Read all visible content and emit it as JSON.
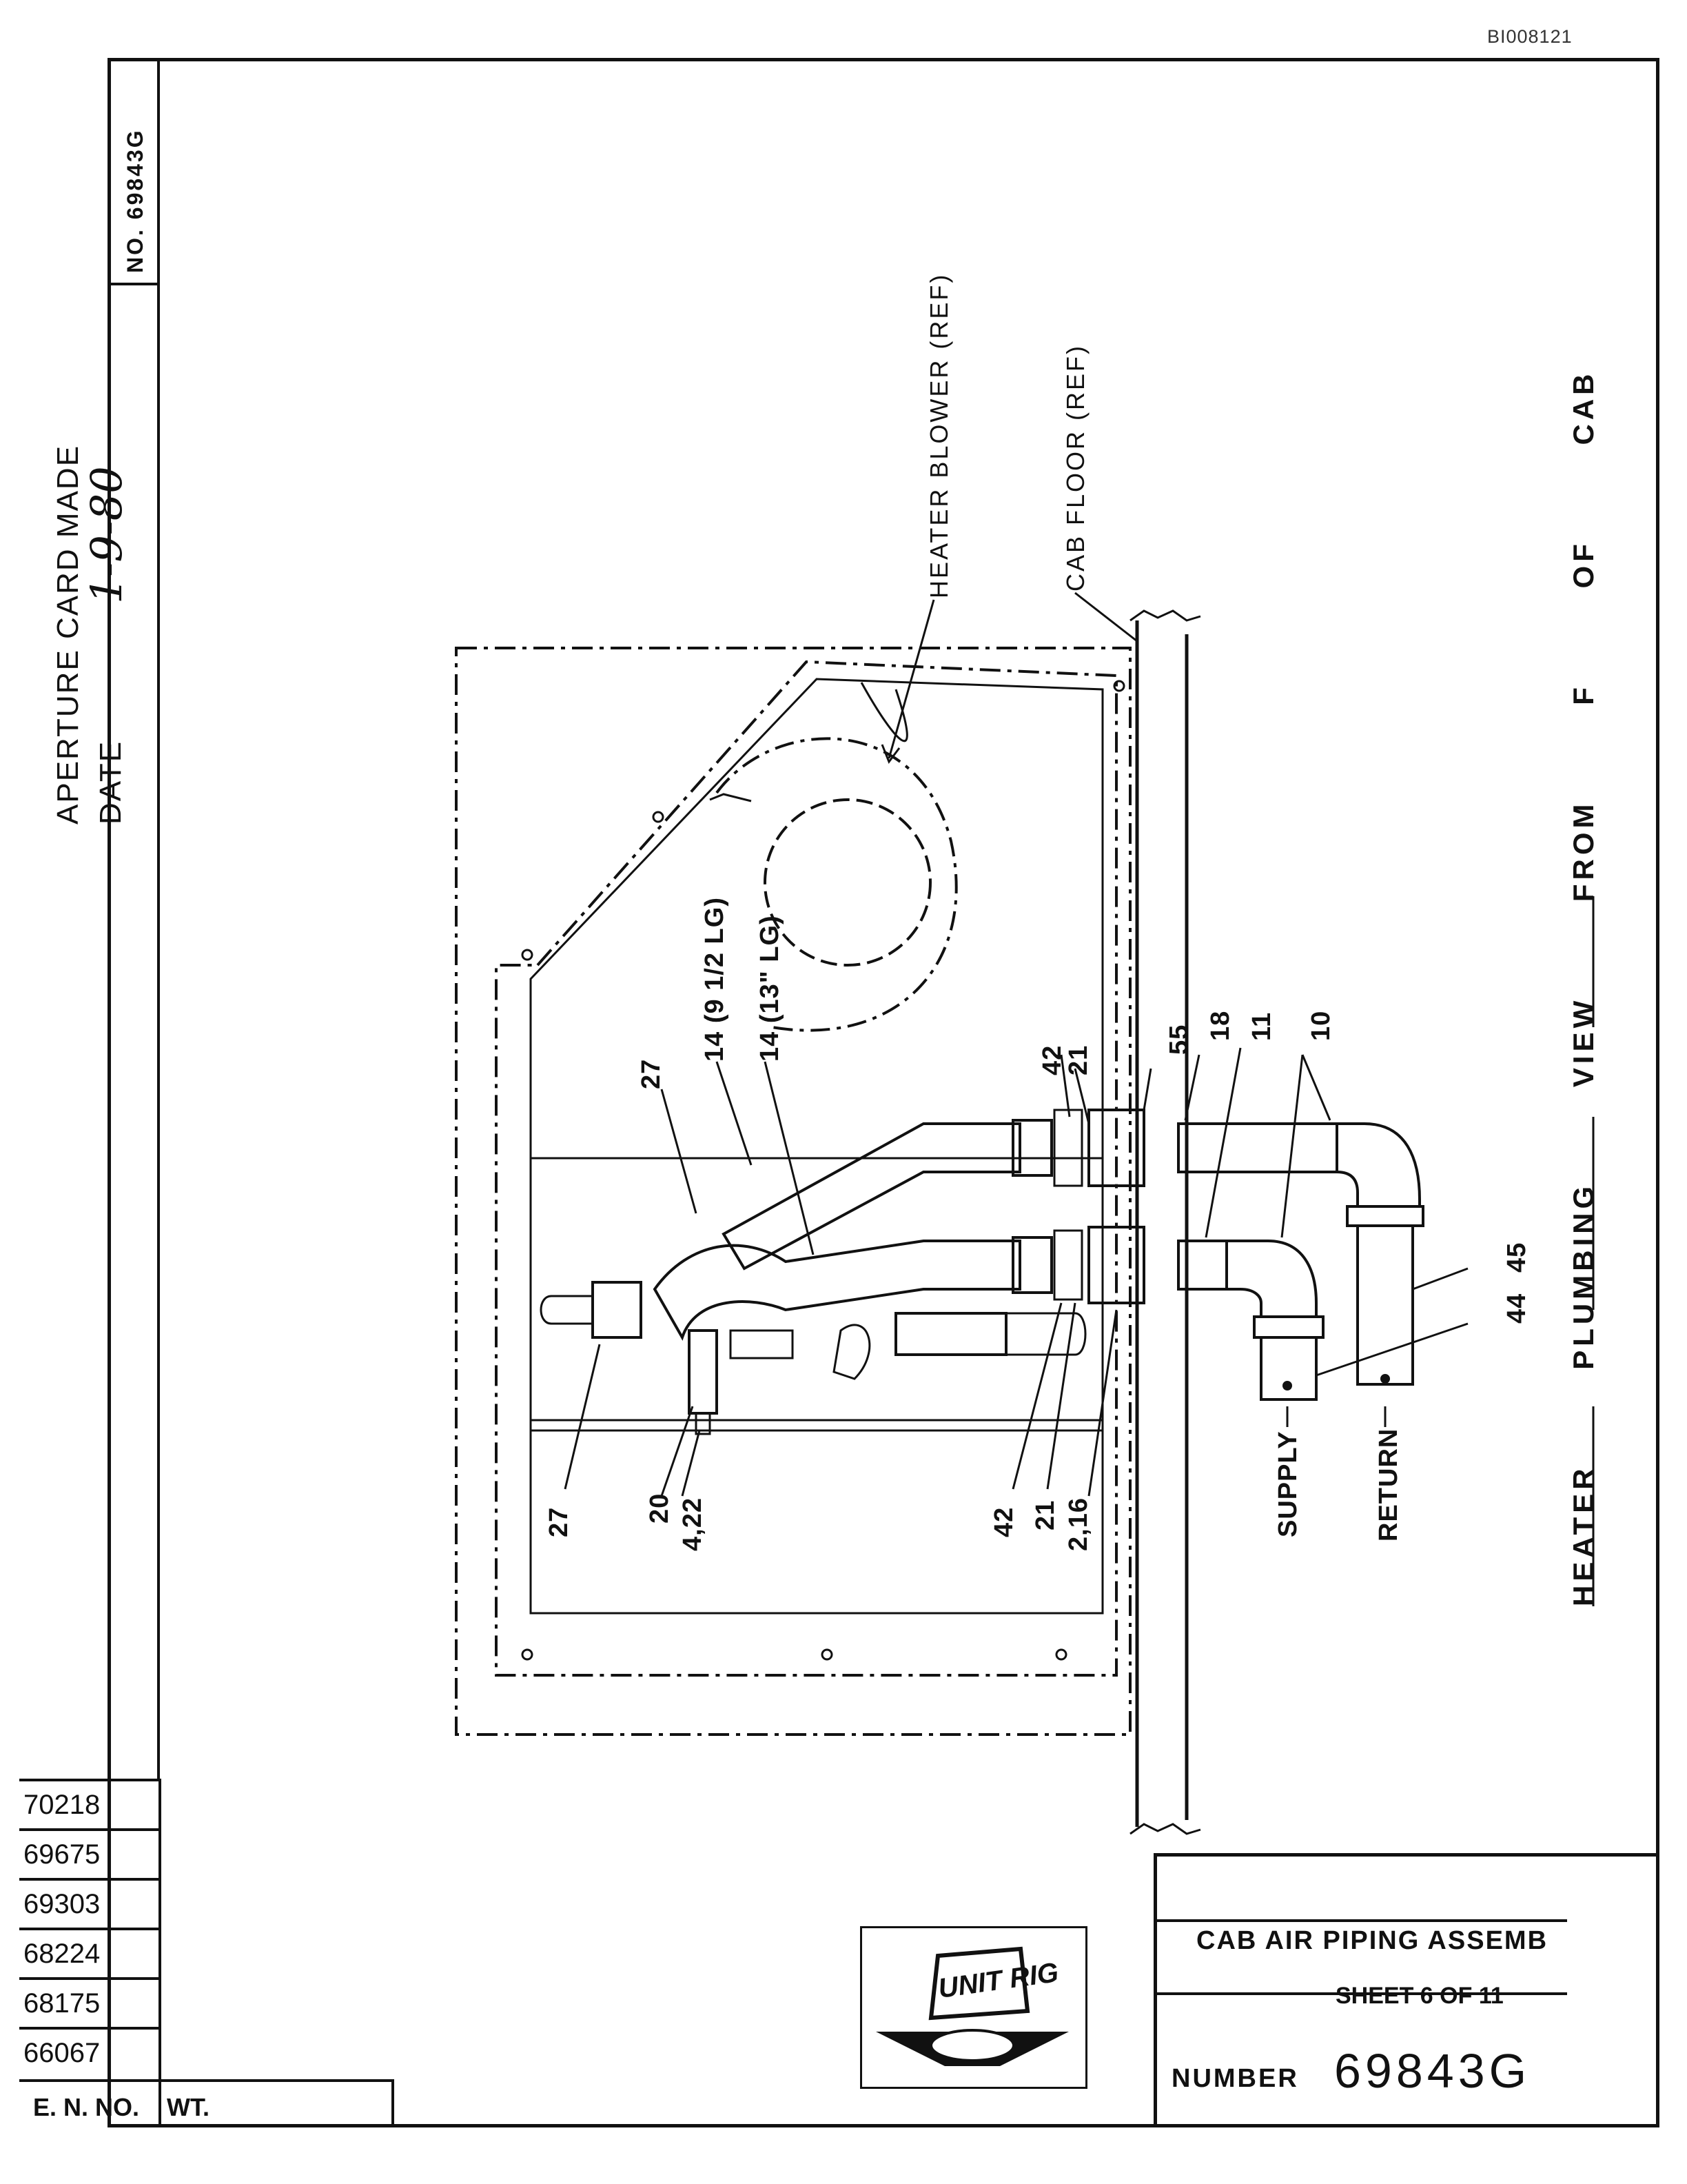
{
  "document_id": "BI008121",
  "drawing_no_tab": "NO. 69843G",
  "aperture_card": {
    "line1": "APERTURE CARD MADE",
    "line2": "DATE",
    "date": "1-9-80"
  },
  "diagram_labels": {
    "heater_blower": "HEATER BLOWER (REF)",
    "cab_floor": "CAB FLOOR (REF)",
    "hose_short": "14 (9 1/2 LG)",
    "hose_long": "14 (13\" LG)",
    "callouts_upper": [
      "27",
      "42",
      "21",
      "55",
      "18",
      "11",
      "10"
    ],
    "callouts_lower": [
      "27",
      "20",
      "4,22",
      "42",
      "21",
      "2,16"
    ],
    "callout_45": "45",
    "callout_44": "44",
    "supply": "SUPPLY",
    "return": "RETURN",
    "view_title": "HEATER PLUMBING VIEW FROM F OF CAB"
  },
  "revision_block": {
    "en_numbers": [
      "70218",
      "69675",
      "69303",
      "68224",
      "68175",
      "66067"
    ],
    "en_header": "E. N. NO.",
    "wt_header": "WT."
  },
  "title_block": {
    "title": "CAB AIR PIPING ASSEMB",
    "sheet": "SHEET 6 OF 11",
    "number_label": "NUMBER",
    "number": "69843G",
    "logo_text": "UNIT RIG"
  }
}
